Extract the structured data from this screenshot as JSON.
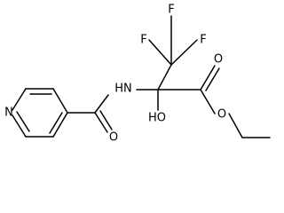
{
  "molecule": {
    "atoms": {
      "f_top": "F",
      "f_left": "F",
      "f_right": "F",
      "nh": "HN",
      "n_ring": "N",
      "o_amide": "O",
      "o_carbonyl": "O",
      "o_ester": "O",
      "oh": "HO"
    }
  }
}
